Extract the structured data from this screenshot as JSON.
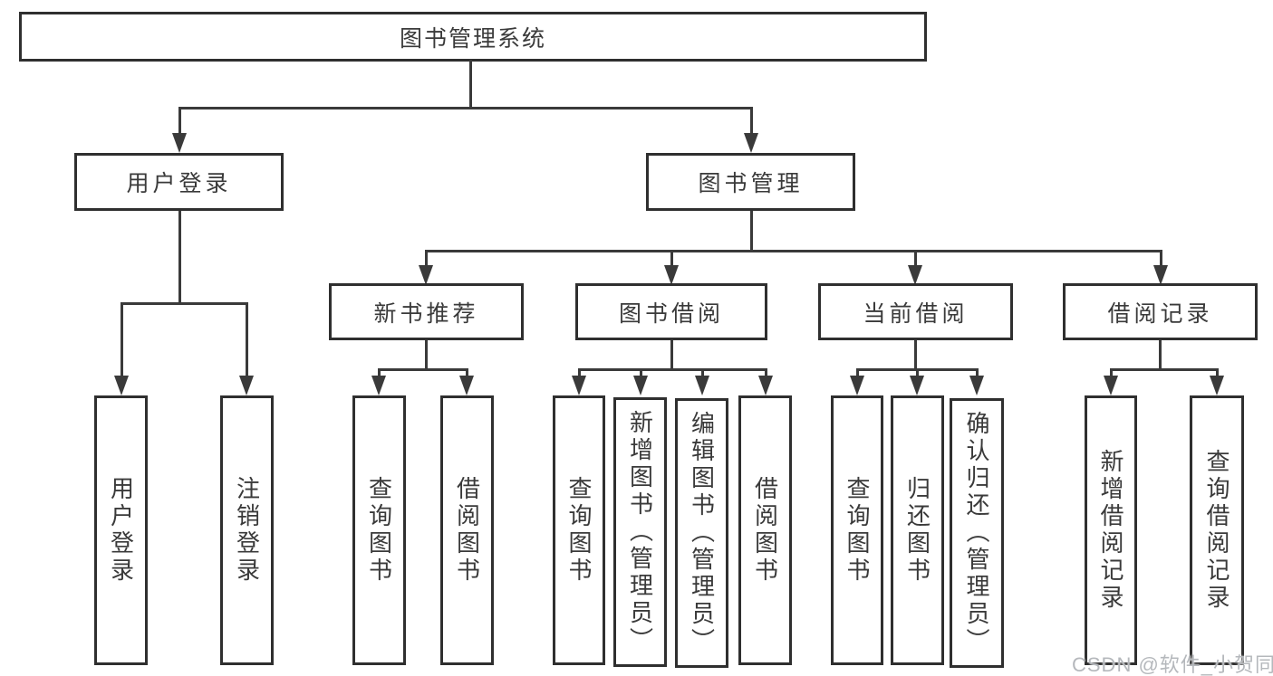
{
  "diagram": {
    "root": {
      "label": "图书管理系统"
    },
    "branches": [
      {
        "label": "用户登录",
        "children": [
          {
            "label": "用户登录"
          },
          {
            "label": "注销登录"
          }
        ]
      },
      {
        "label": "图书管理",
        "modules": [
          {
            "label": "新书推荐",
            "children": [
              {
                "label": "查询图书"
              },
              {
                "label": "借阅图书"
              }
            ]
          },
          {
            "label": "图书借阅",
            "children": [
              {
                "label": "查询图书"
              },
              {
                "label": "新增图书（管理员）"
              },
              {
                "label": "编辑图书（管理员）"
              },
              {
                "label": "借阅图书"
              }
            ]
          },
          {
            "label": "当前借阅",
            "children": [
              {
                "label": "查询图书"
              },
              {
                "label": "归还图书"
              },
              {
                "label": "确认归还（管理员）"
              }
            ]
          },
          {
            "label": "借阅记录",
            "children": [
              {
                "label": "新增借阅记录"
              },
              {
                "label": "查询借阅记录"
              }
            ]
          }
        ]
      }
    ]
  },
  "watermark": {
    "text": "CSDN @软件_小贺同学"
  },
  "colors": {
    "line": "#3a3a3a",
    "border": "#2f2f2f",
    "text": "#3a3a3a",
    "watermark": "#b5b8bc",
    "background": "#ffffff"
  }
}
